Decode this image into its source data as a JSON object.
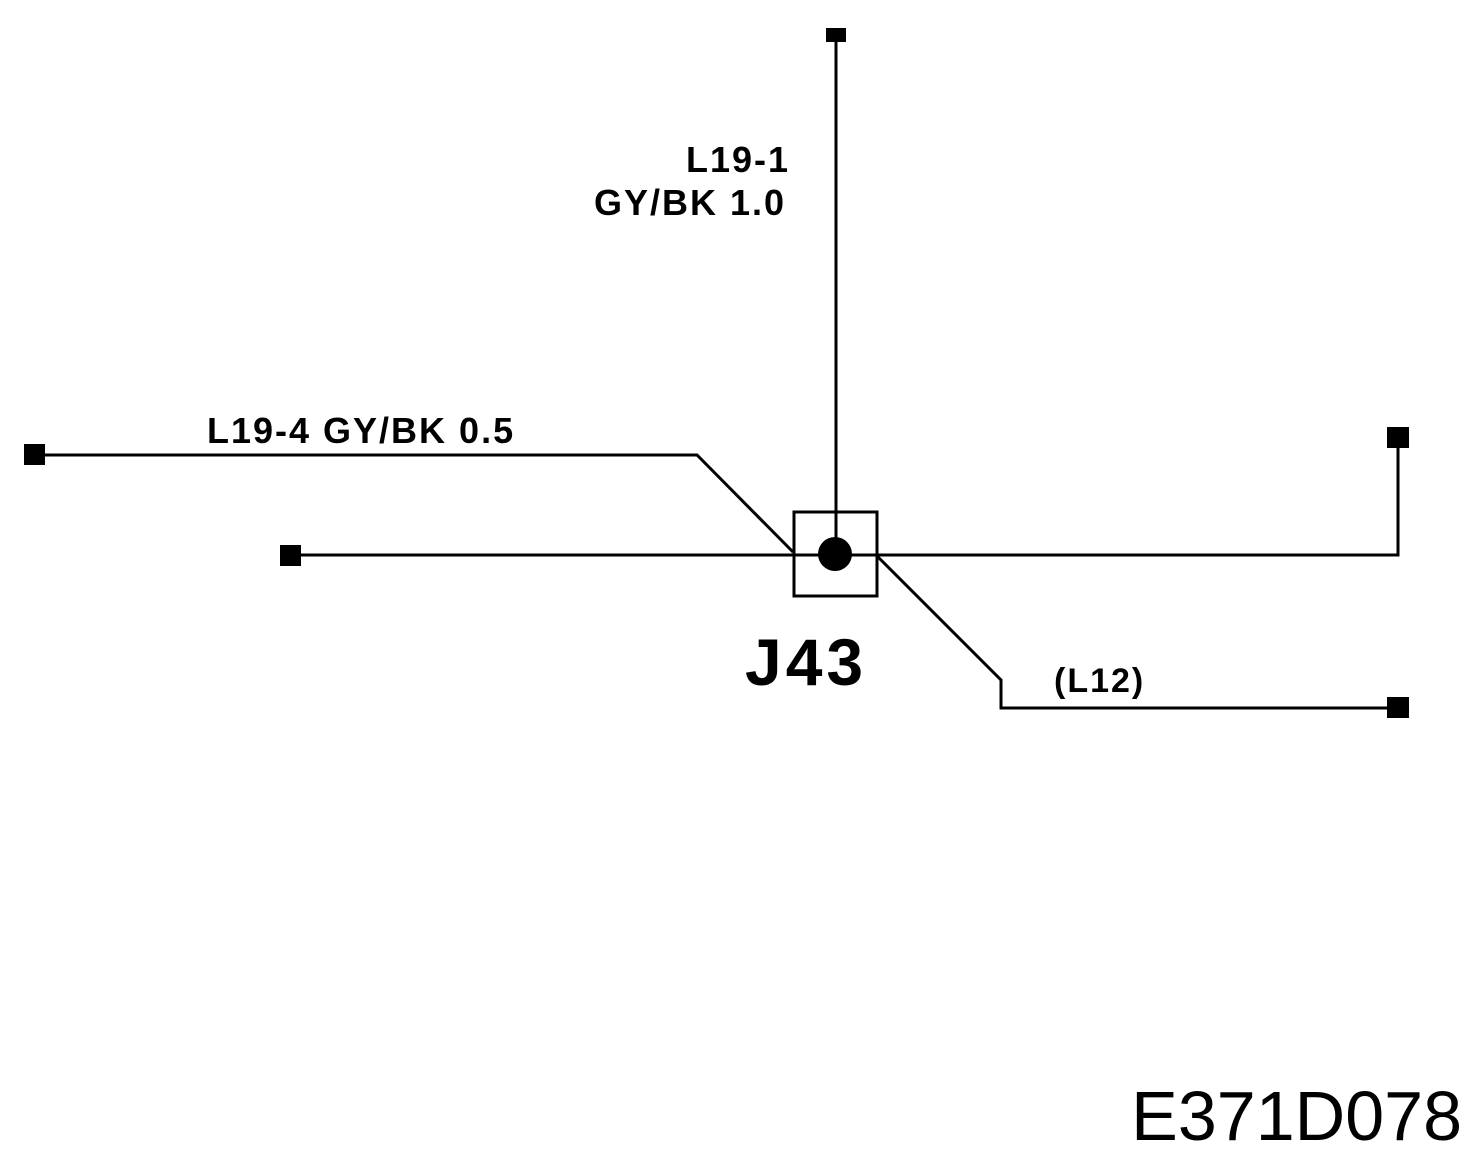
{
  "diagram": {
    "junction_label": "J43",
    "wires": {
      "top": {
        "circuit": "L19-1",
        "spec": "GY/BK 1.0"
      },
      "upper_left": {
        "label": "L19-4 GY/BK 0.5"
      },
      "lower_right": {
        "label": "(L12)"
      }
    },
    "figure_id": "E371D078"
  }
}
